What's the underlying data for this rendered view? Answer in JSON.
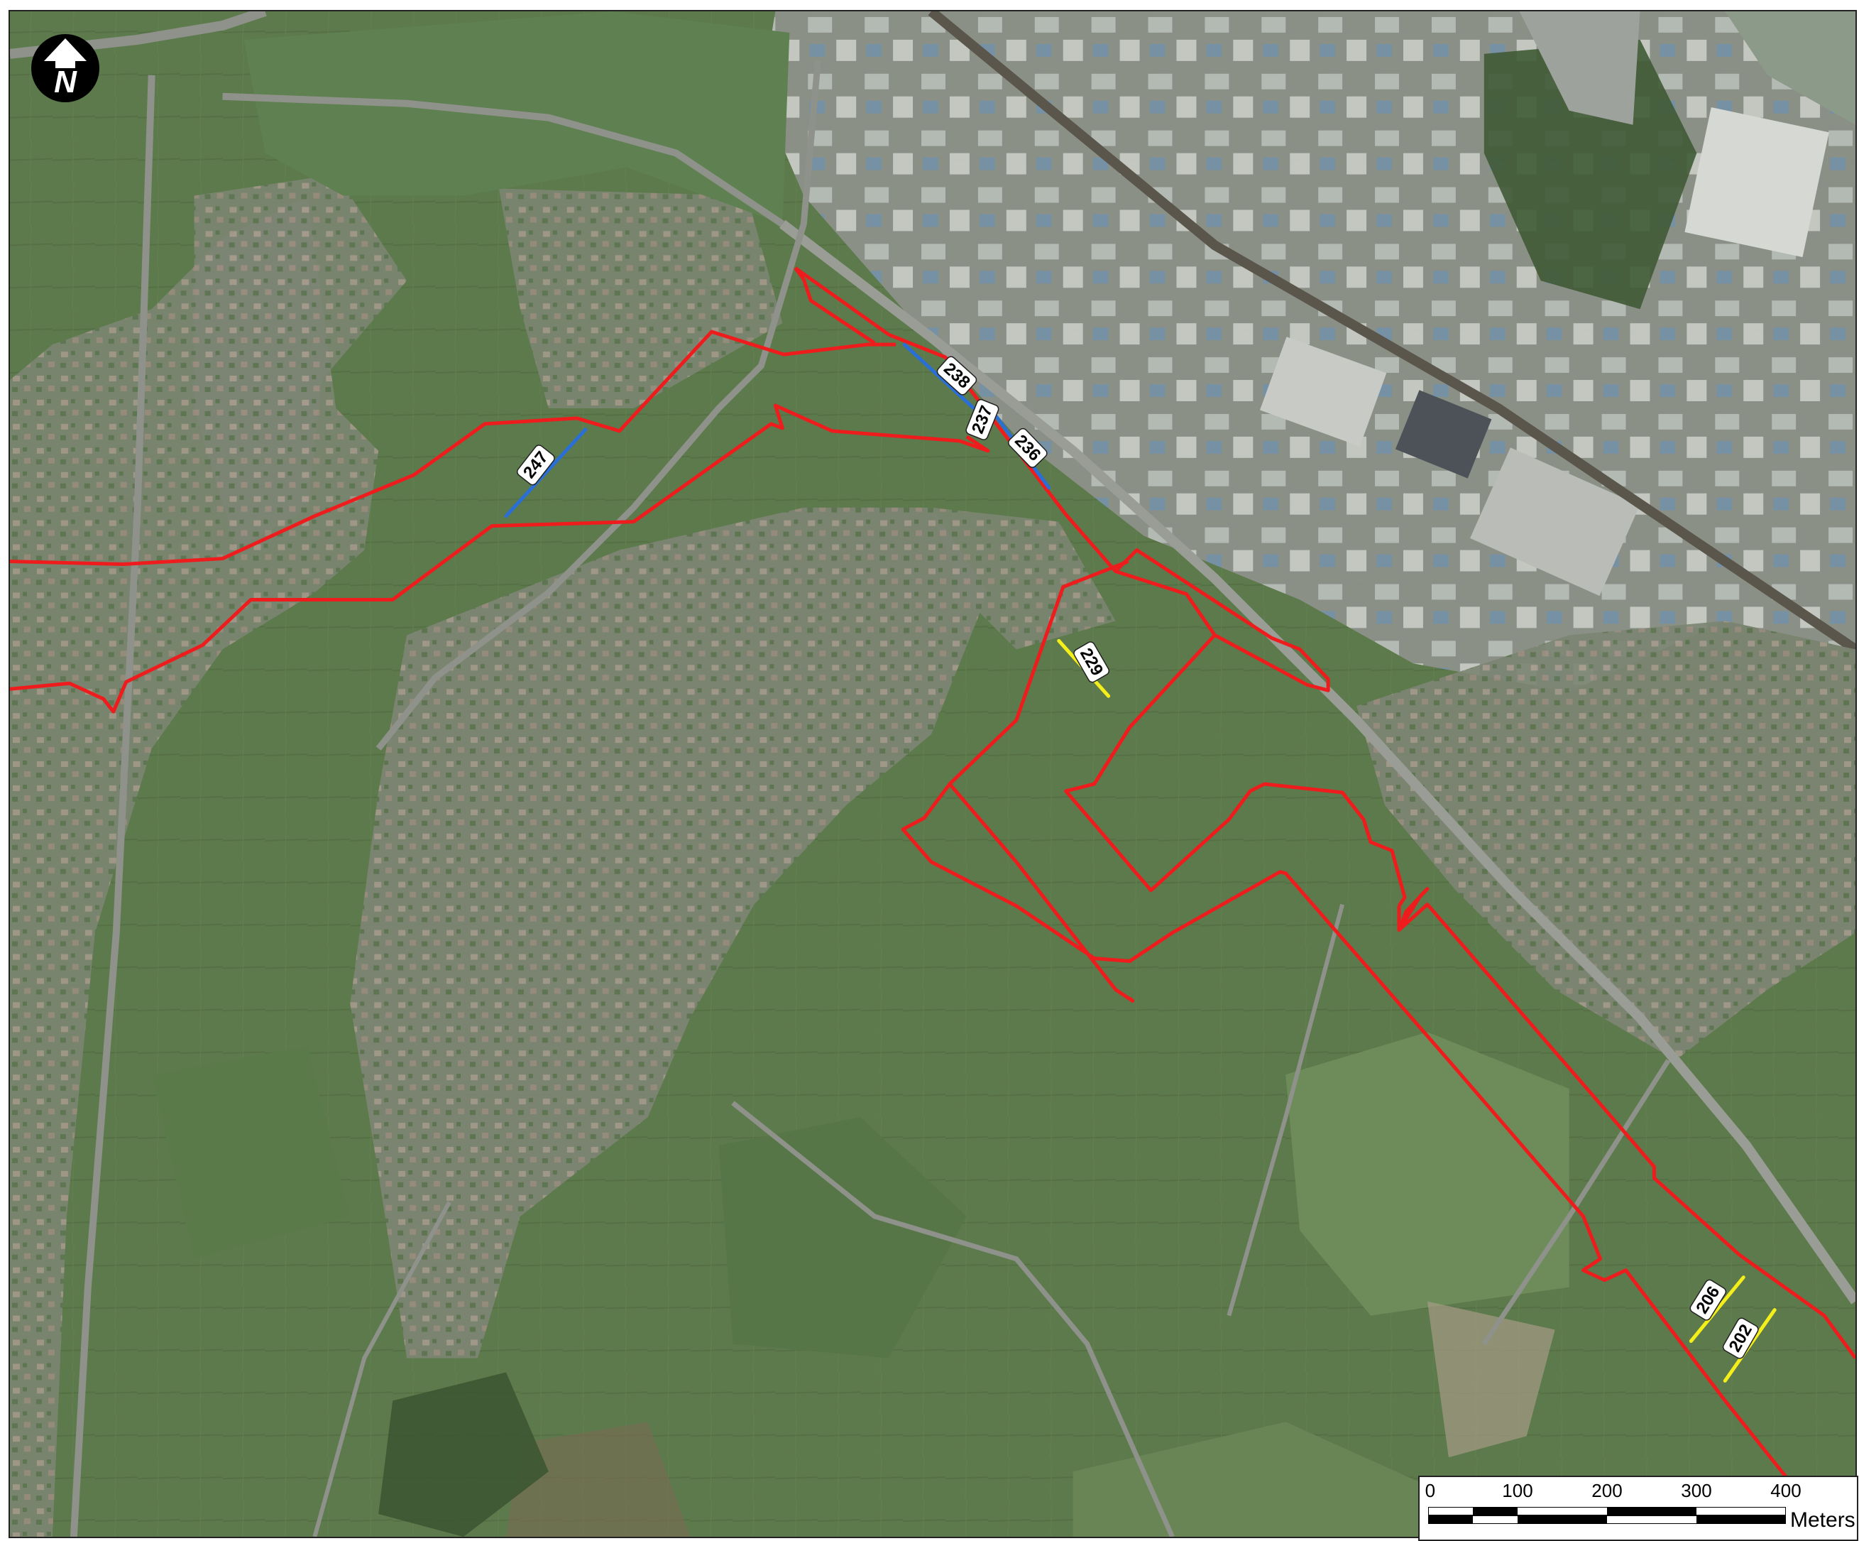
{
  "map": {
    "boundary_color": "#ee1c1c",
    "segment_labels": [
      {
        "text": "247",
        "color": "#2a6fd6"
      },
      {
        "text": "238",
        "color": "#2a6fd6"
      },
      {
        "text": "237",
        "color": "#2a6fd6"
      },
      {
        "text": "236",
        "color": "#2a6fd6"
      },
      {
        "text": "229",
        "color": "#f4ef1a"
      },
      {
        "text": "206",
        "color": "#f4ef1a"
      },
      {
        "text": "202",
        "color": "#f4ef1a"
      }
    ]
  },
  "north_arrow": {
    "letter": "N",
    "icon": "north-arrow-icon"
  },
  "scale_bar": {
    "ticks": [
      "0",
      "100",
      "200",
      "300",
      "400"
    ],
    "unit": "Meters"
  }
}
